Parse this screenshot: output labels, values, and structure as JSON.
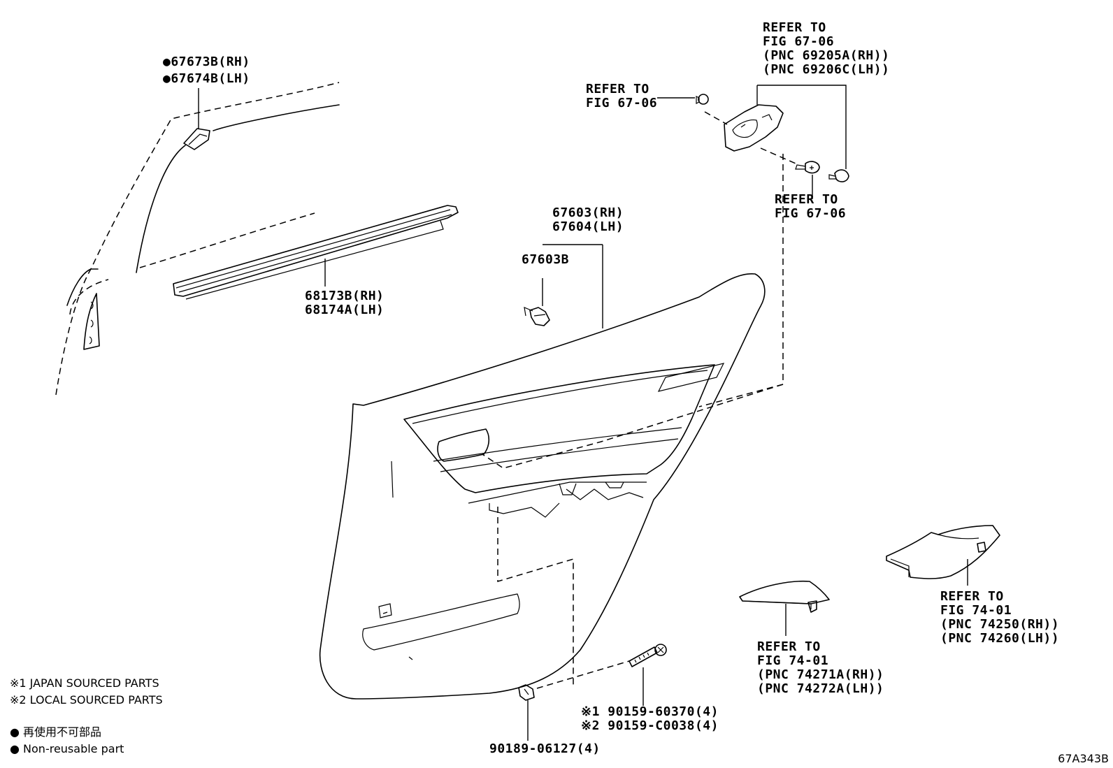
{
  "callouts": {
    "clip_rh": "●67673B(RH)",
    "clip_lh": "●67674B(LH)",
    "handle_ref": "REFER TO\nFIG 67-06",
    "handle_group": "REFER TO\nFIG 67-06\n(PNC 69205A(RH))\n(PNC 69206C(LH))",
    "screw_ref": "REFER TO\nFIG 67-06",
    "panel": "67603(RH)\n67604(LH)",
    "panel_clip": "67603B",
    "weatherstrip": "68173B(RH)\n68174A(LH)",
    "armrest_upper": "REFER TO\nFIG 74-01\n(PNC 74250(RH))\n(PNC 74260(LH))",
    "armrest_lower": "REFER TO\nFIG 74-01\n(PNC 74271A(RH))\n(PNC 74272A(LH))",
    "bolt": "※1 90159-60370(4)\n※2 90159-C0038(4)",
    "retainer": "90189-06127(4)"
  },
  "notes": {
    "japan": "※1 JAPAN SOURCED PARTS",
    "local": "※2 LOCAL SOURCED PARTS",
    "nonreusable_jp": "● 再使用不可部品",
    "nonreusable_en": "● Non-reusable part"
  },
  "figure_code": "67A343B"
}
